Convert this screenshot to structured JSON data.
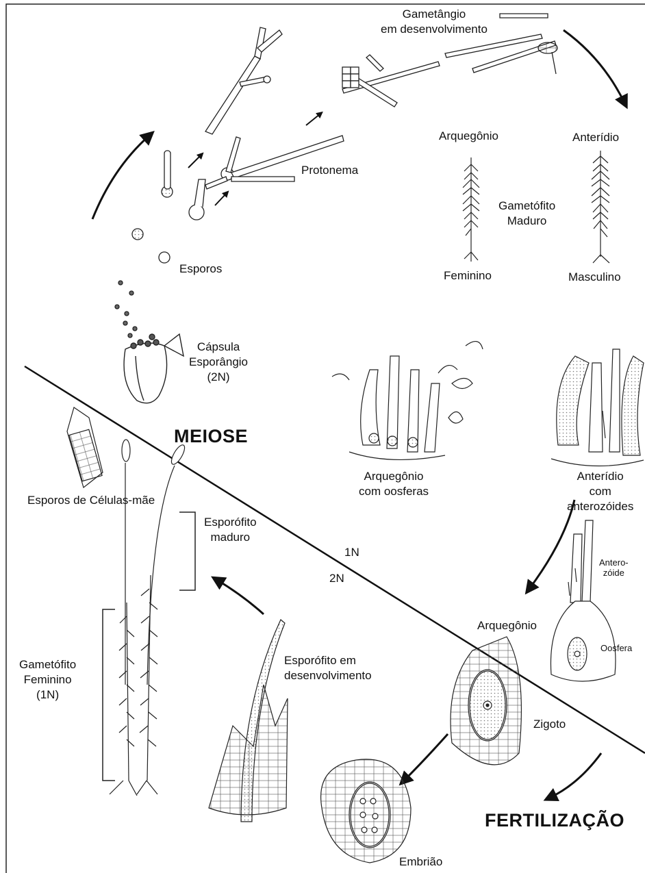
{
  "colors": {
    "ink": "#1a1a1a",
    "line": "#222222",
    "background": "#ffffff",
    "stipple": "#777777"
  },
  "labels": {
    "gametangio": [
      "Gametângio",
      "em desenvolvimento"
    ],
    "protonema": "Protonema",
    "esporos": "Esporos",
    "capsula": [
      "Cápsula",
      "Esporângio",
      "(2N)"
    ],
    "meiose": "MEIOSE",
    "arquegonio_top": "Arquegônio",
    "anteridio_top": "Anterídio",
    "gametofito_maduro": [
      "Gametófito",
      "Maduro"
    ],
    "feminino": "Feminino",
    "masculino": "Masculino",
    "arquegonio_oosferas": [
      "Arquegônio",
      "com oosferas"
    ],
    "anteridio_anterozoides": [
      "Anterídio",
      "com",
      "anterozóides"
    ],
    "esporos_celulas_mae": "Esporos de Células-mãe",
    "esporofito_maduro": [
      "Esporófito",
      "maduro"
    ],
    "ploidy_1n": "1N",
    "ploidy_2n": "2N",
    "anterozoide": [
      "Antero-",
      "zóide"
    ],
    "arquegonio_mid": "Arquegônio",
    "oosfera": "Oosfera",
    "gametofito_feminino": [
      "Gametófito",
      "Feminino",
      "(1N)"
    ],
    "esporofito_desenv": [
      "Esporófito em",
      "desenvolvimento"
    ],
    "zigoto": "Zigoto",
    "fertilizacao": "FERTILIZAÇÃO",
    "embriao": "Embrião"
  }
}
